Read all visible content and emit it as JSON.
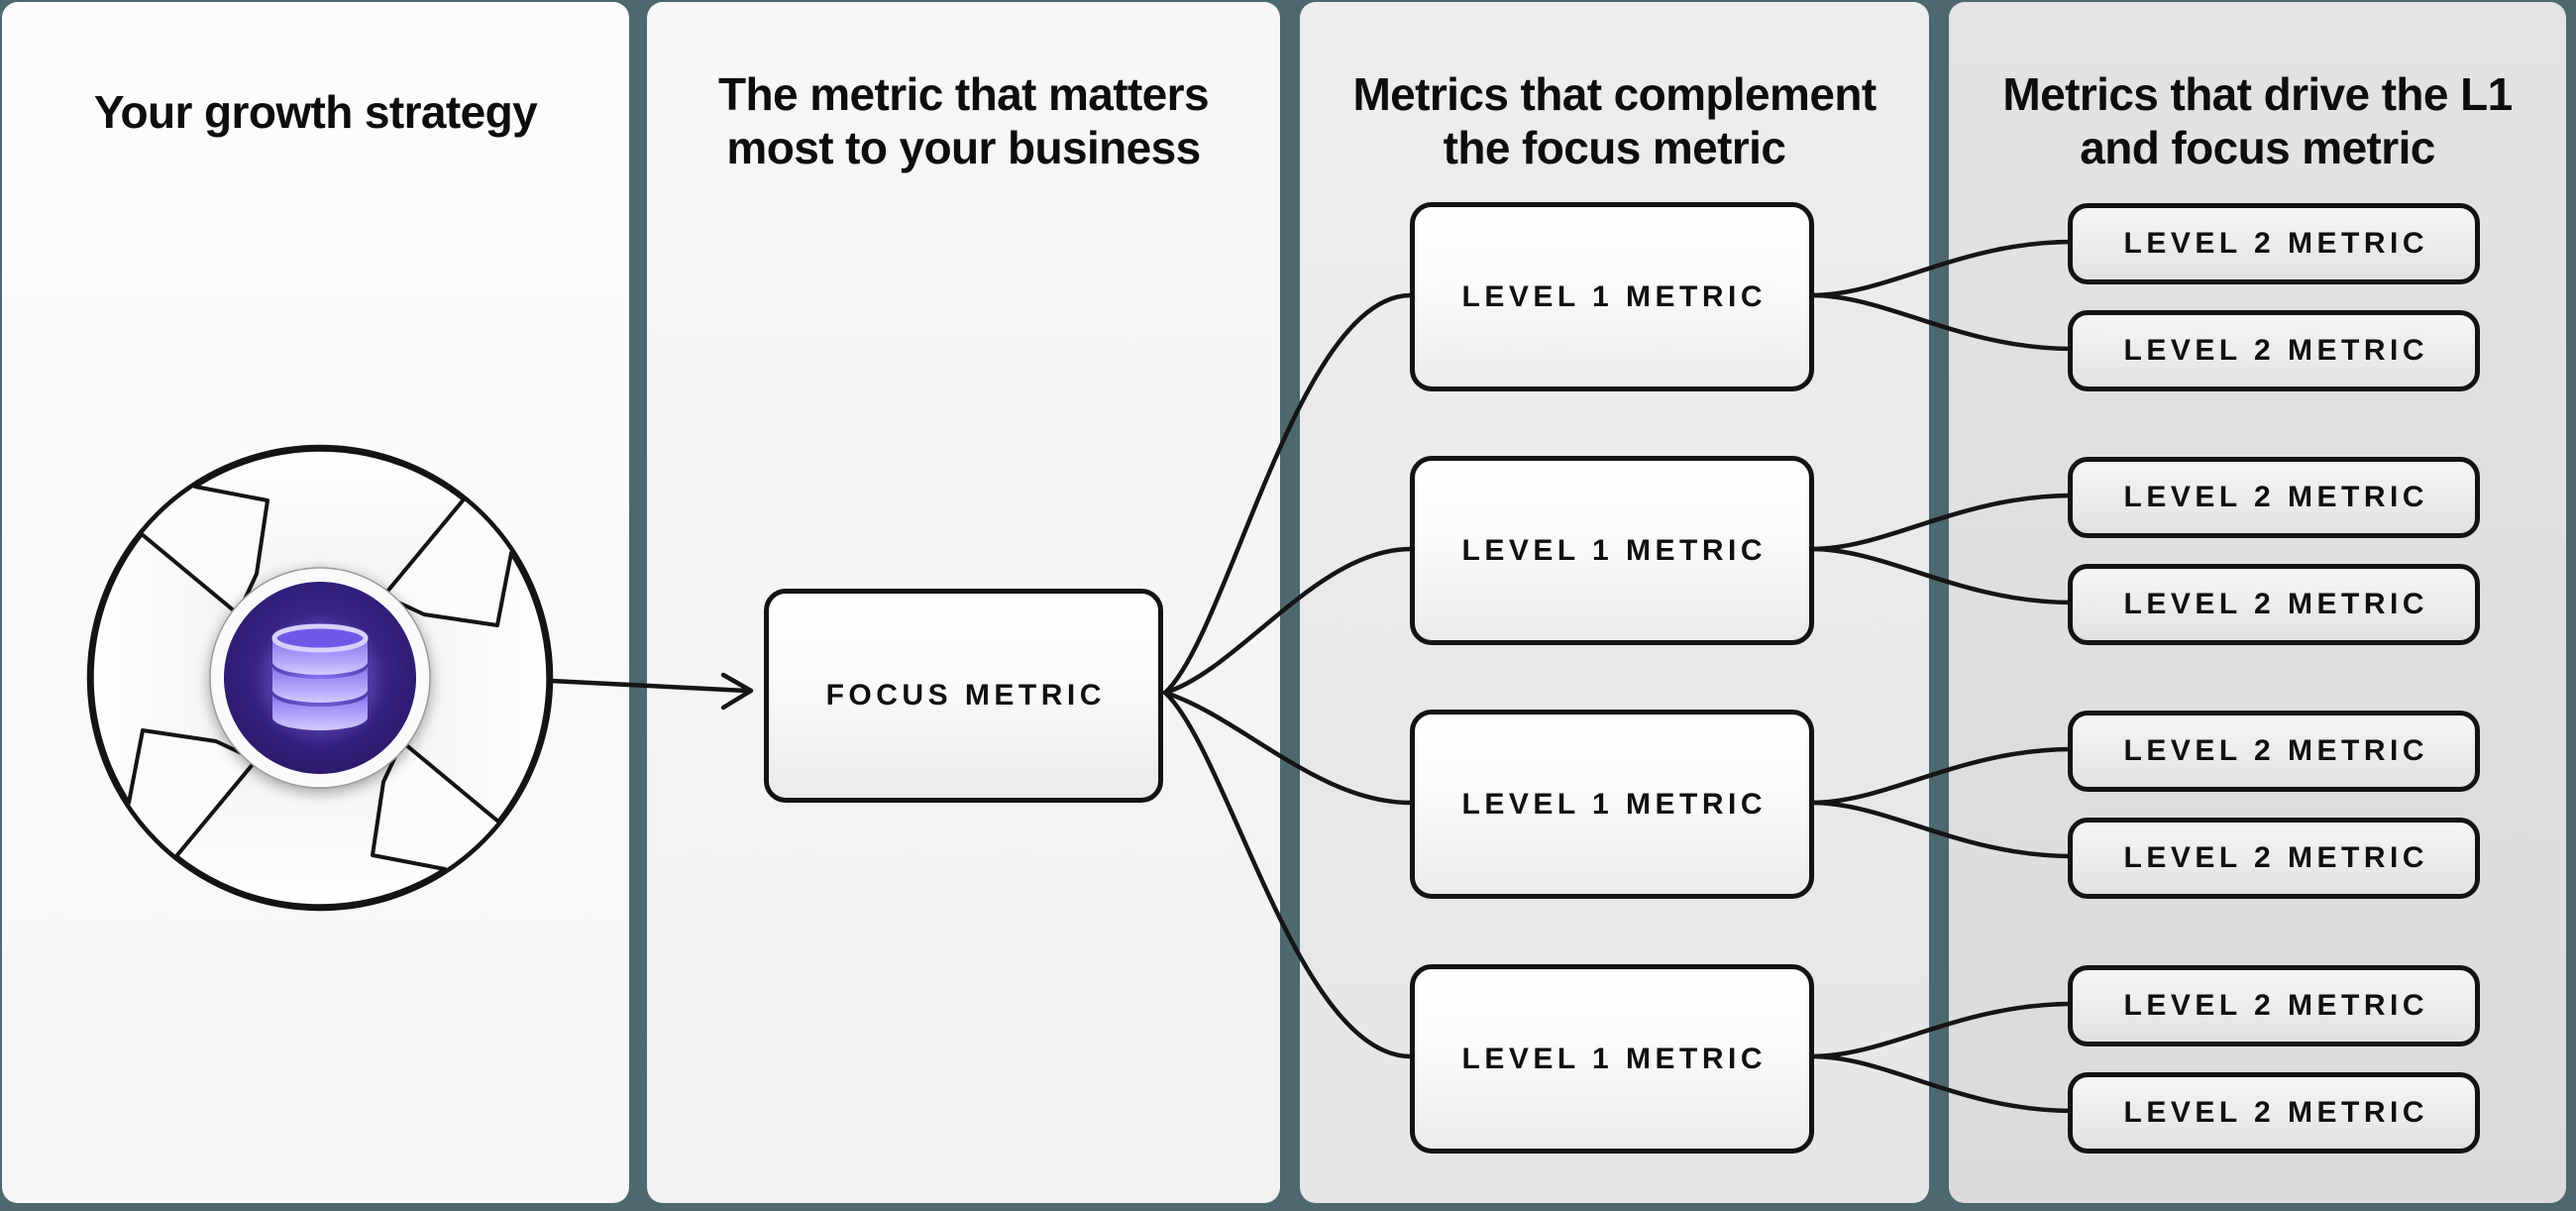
{
  "colors": {
    "background_teal": "#4d686e",
    "panel_1_fill": "#fafafa",
    "panel_2_fill": "#f4f4f4",
    "panel_3_fill": "#eaeaea",
    "panel_4_fill": "#dfdfdf",
    "line_stroke": "#151515",
    "icon_disc_indigo": "#2a1863",
    "icon_database_lavender": "#b4a8fb"
  },
  "panels": {
    "strategy": {
      "title": "Your growth strategy"
    },
    "focus": {
      "title_line1": "The metric that matters",
      "title_line2": "most to your business"
    },
    "level1": {
      "title_line1": "Metrics that complement",
      "title_line2": "the focus metric"
    },
    "level2": {
      "title_line1": "Metrics that drive the L1",
      "title_line2": "and focus metric"
    }
  },
  "nodes": {
    "focus": {
      "label": "FOCUS METRIC"
    },
    "level1": [
      {
        "label": "LEVEL 1 METRIC"
      },
      {
        "label": "LEVEL 1 METRIC"
      },
      {
        "label": "LEVEL 1 METRIC"
      },
      {
        "label": "LEVEL 1 METRIC"
      }
    ],
    "level2": [
      {
        "label": "LEVEL 2 METRIC"
      },
      {
        "label": "LEVEL 2 METRIC"
      },
      {
        "label": "LEVEL 2 METRIC"
      },
      {
        "label": "LEVEL 2 METRIC"
      },
      {
        "label": "LEVEL 2 METRIC"
      },
      {
        "label": "LEVEL 2 METRIC"
      },
      {
        "label": "LEVEL 2 METRIC"
      },
      {
        "label": "LEVEL 2 METRIC"
      }
    ]
  },
  "icon": {
    "name": "growth-loop-database-icon"
  }
}
